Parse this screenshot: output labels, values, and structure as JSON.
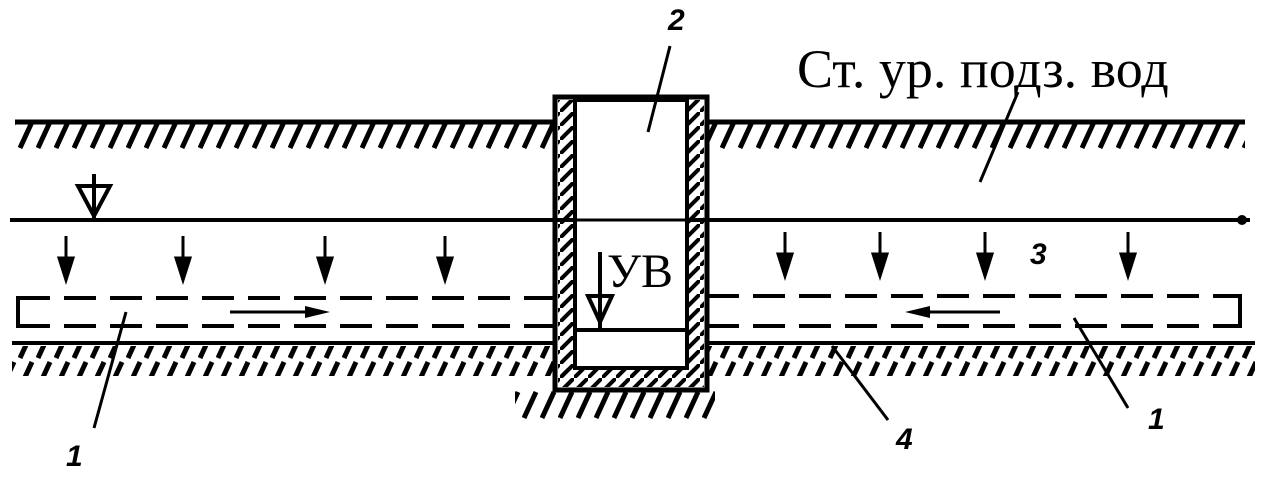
{
  "diagram": {
    "title_text": "Ст. ур. подз. вод",
    "well_level_label": "УВ",
    "callouts": {
      "drain_left": "1",
      "drain_right": "1",
      "well": "2",
      "water_zone": "3",
      "aquitard": "4"
    }
  }
}
